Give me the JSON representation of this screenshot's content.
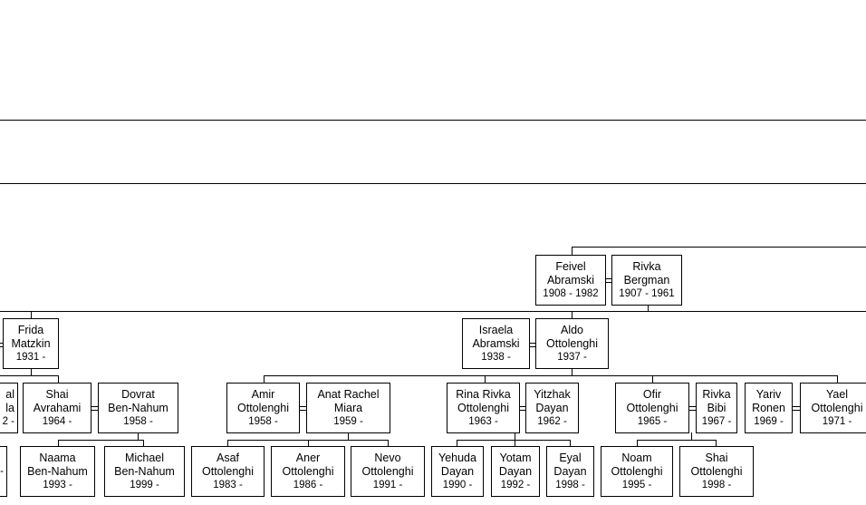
{
  "people": {
    "feivel": {
      "first": "Feivel",
      "last": "Abramski",
      "dates": "1908 - 1982"
    },
    "rivka_b": {
      "first": "Rivka",
      "last": "Bergman",
      "dates": "1907 - 1961"
    },
    "frida": {
      "first": "Frida",
      "last": "Matzkin",
      "dates": "1931 -"
    },
    "israela": {
      "first": "Israela",
      "last": "Abramski",
      "dates": "1938 -"
    },
    "aldo": {
      "first": "Aldo",
      "last": "Ottolenghi",
      "dates": "1937 -"
    },
    "partial_l": {
      "first": "al",
      "last": "la",
      "dates": "2 -"
    },
    "shai_a": {
      "first": "Shai",
      "last": "Avrahami",
      "dates": "1964 -"
    },
    "dovrat": {
      "first": "Dovrat",
      "last": "Ben-Nahum",
      "dates": "1958 -"
    },
    "amir": {
      "first": "Amir",
      "last": "Ottolenghi",
      "dates": "1958 -"
    },
    "anat": {
      "first": "Anat Rachel",
      "last": "Miara",
      "dates": "1959 -"
    },
    "rina": {
      "first": "Rina Rivka",
      "last": "Ottolenghi",
      "dates": "1963 -"
    },
    "yitzhak": {
      "first": "Yitzhak",
      "last": "Dayan",
      "dates": "1962 -"
    },
    "ofir": {
      "first": "Ofir",
      "last": "Ottolenghi",
      "dates": "1965 -"
    },
    "rivka_bibi": {
      "first": "Rivka",
      "last": "Bibi",
      "dates": "1967 -"
    },
    "yariv": {
      "first": "Yariv",
      "last": "Ronen",
      "dates": "1969 -"
    },
    "yael": {
      "first": "Yael",
      "last": "Ottolenghi",
      "dates": "1971 -"
    },
    "naama": {
      "first": "Naama",
      "last": "Ben-Nahum",
      "dates": "1993 -"
    },
    "michael": {
      "first": "Michael",
      "last": "Ben-Nahum",
      "dates": "1999 -"
    },
    "asaf": {
      "first": "Asaf",
      "last": "Ottolenghi",
      "dates": "1983 -"
    },
    "aner": {
      "first": "Aner",
      "last": "Ottolenghi",
      "dates": "1986 -"
    },
    "nevo": {
      "first": "Nevo",
      "last": "Ottolenghi",
      "dates": "1991 -"
    },
    "yehuda": {
      "first": "Yehuda",
      "last": "Dayan",
      "dates": "1990 -"
    },
    "yotam": {
      "first": "Yotam",
      "last": "Dayan",
      "dates": "1992 -"
    },
    "eyal": {
      "first": "Eyal",
      "last": "Dayan",
      "dates": "1998 -"
    },
    "noam": {
      "first": "Noam",
      "last": "Ottolenghi",
      "dates": "1995 -"
    },
    "shai_o": {
      "first": "Shai",
      "last": "Ottolenghi",
      "dates": "1998 -"
    },
    "partial_bl": {
      "first": "",
      "last": "",
      "dates": "-"
    }
  }
}
